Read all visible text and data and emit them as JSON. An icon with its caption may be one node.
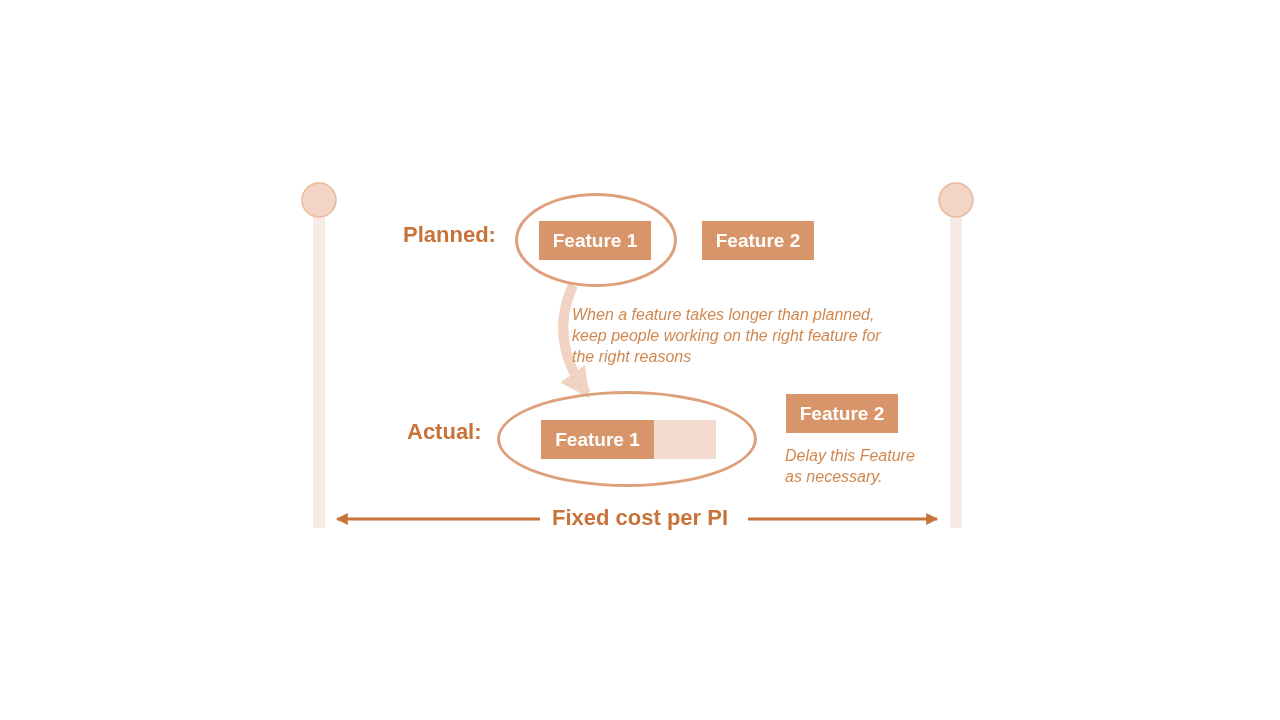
{
  "diagram": {
    "nodes": [
      {
        "text": [],
        "shape": "ellipse"
      },
      {
        "text": [
          "Feature 1"
        ],
        "in": 0
      },
      {
        "text": [
          "Feature 2"
        ]
      },
      {
        "text": [],
        "shape": "ellipse"
      },
      {
        "text": [
          "Feature 1"
        ],
        "in": 3
      },
      {
        "text": [],
        "shape": "bar",
        "in": 3
      },
      {
        "text": [
          "Feature 2"
        ],
        "beside": [
          "Delay this Feature as necessary."
        ]
      }
    ],
    "edges": [
      {
        "from": 0,
        "to": 3,
        "arrow": "to"
      }
    ],
    "labels": [
      "Planned:",
      "When a feature takes longer than planned, keep people working on the right feature for the right reasons",
      "Actual:",
      "Fixed cost per PI"
    ]
  }
}
